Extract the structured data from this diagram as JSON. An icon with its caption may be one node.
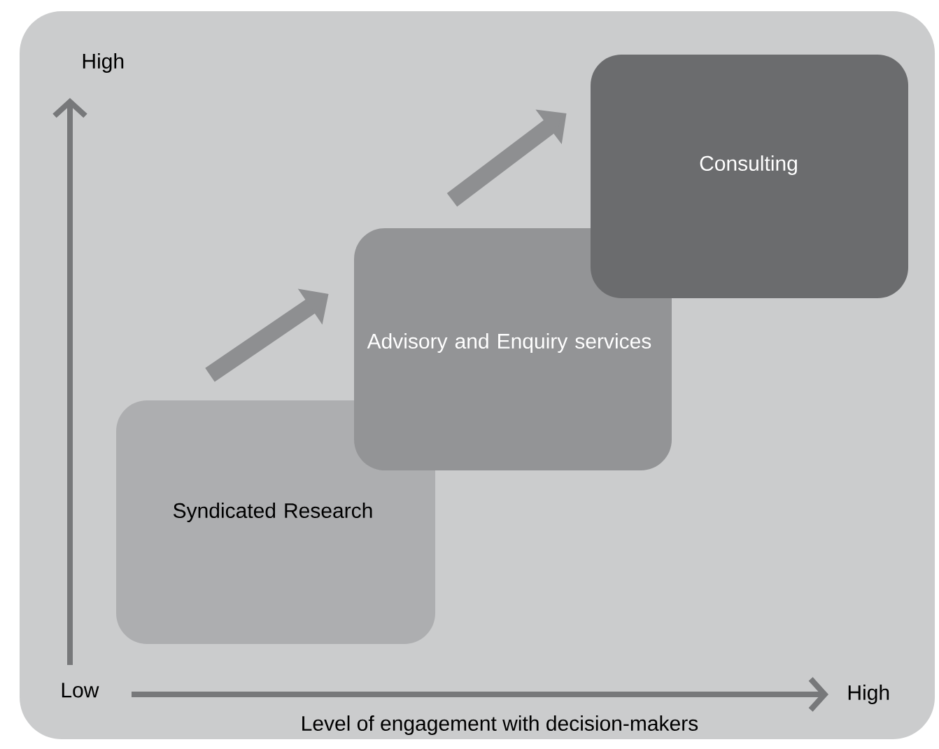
{
  "diagram": {
    "nodes": [
      {
        "text": [
          "Syndicated Research"
        ]
      },
      {
        "text": [
          "Advisory and Enquiry services"
        ]
      },
      {
        "text": [
          "Consulting"
        ]
      }
    ],
    "edges": [
      {
        "from": 0,
        "to": 1,
        "arrow": "to"
      },
      {
        "from": 1,
        "to": 2,
        "arrow": "to"
      }
    ],
    "labels": [
      "High",
      "Low",
      "High",
      "Level of engagement with decision-makers"
    ]
  }
}
